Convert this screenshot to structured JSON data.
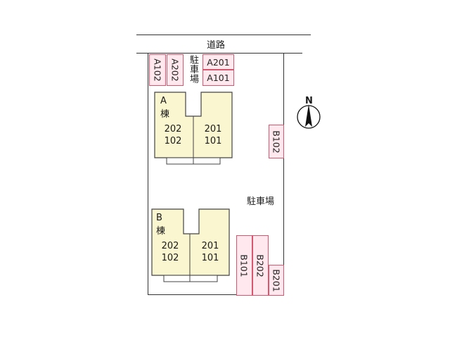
{
  "road": {
    "label": "道路"
  },
  "north": {
    "label": "N"
  },
  "parking": {
    "label_top": "駐車場",
    "label_main": "駐車場",
    "stalls_top_vertical": [
      "A102",
      "A202"
    ],
    "stalls_top_horizontal": [
      "A201",
      "A101"
    ],
    "stall_right": "B102",
    "stalls_bottom": [
      "B101",
      "B202",
      "B201"
    ]
  },
  "building_a": {
    "name": "A 棟",
    "units_left": [
      "202",
      "102"
    ],
    "units_right": [
      "201",
      "101"
    ]
  },
  "building_b": {
    "name": "B 棟",
    "units_left": [
      "202",
      "102"
    ],
    "units_right": [
      "201",
      "101"
    ]
  },
  "colors": {
    "stall_fill": "#ffe8ee",
    "stall_border": "#d9566f",
    "building_fill": "#faf6cf",
    "outline": "#333333"
  }
}
